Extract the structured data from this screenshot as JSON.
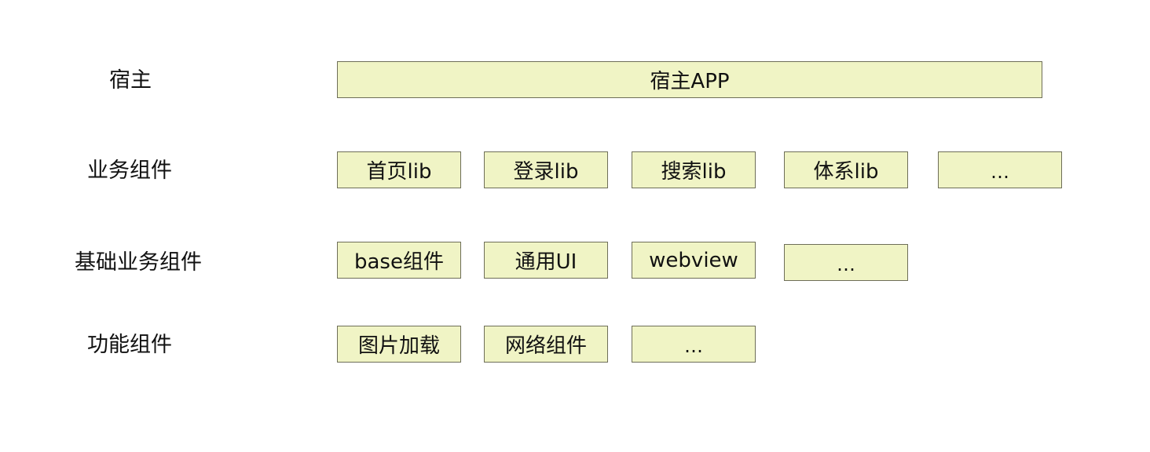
{
  "accent_colors": {
    "box_fill": "#f0f4c5",
    "box_border": "#6e6e58",
    "text": "#111111"
  },
  "layers": {
    "host": {
      "label": "宿主",
      "boxes": [
        "宿主APP"
      ]
    },
    "business": {
      "label": "业务组件",
      "boxes": [
        "首页lib",
        "登录lib",
        "搜索lib",
        "体系lib",
        "…"
      ]
    },
    "base_business": {
      "label": "基础业务组件",
      "boxes": [
        "base组件",
        "通用UI",
        "webview",
        "…"
      ]
    },
    "functional": {
      "label": "功能组件",
      "boxes": [
        "图片加载",
        "网络组件",
        "…"
      ]
    }
  }
}
